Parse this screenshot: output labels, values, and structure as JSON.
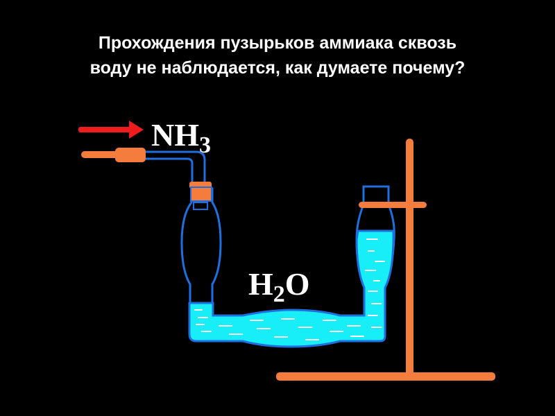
{
  "slide": {
    "title_lines": [
      "Прохождения пузырьков аммиака сквозь",
      "воду не наблюдается, как думаете почему?"
    ]
  },
  "diagram": {
    "gas_label": {
      "main": "NH",
      "sub": "3"
    },
    "liquid_label": {
      "main": "H",
      "sub": "2",
      "tail": "O"
    },
    "colors": {
      "background": "#000000",
      "arrow": "#ee1c1c",
      "rubber_and_stand": "#f47c3c",
      "glass": "#1e6fe0",
      "water": "#18eef8",
      "text": "#ffffff"
    }
  }
}
